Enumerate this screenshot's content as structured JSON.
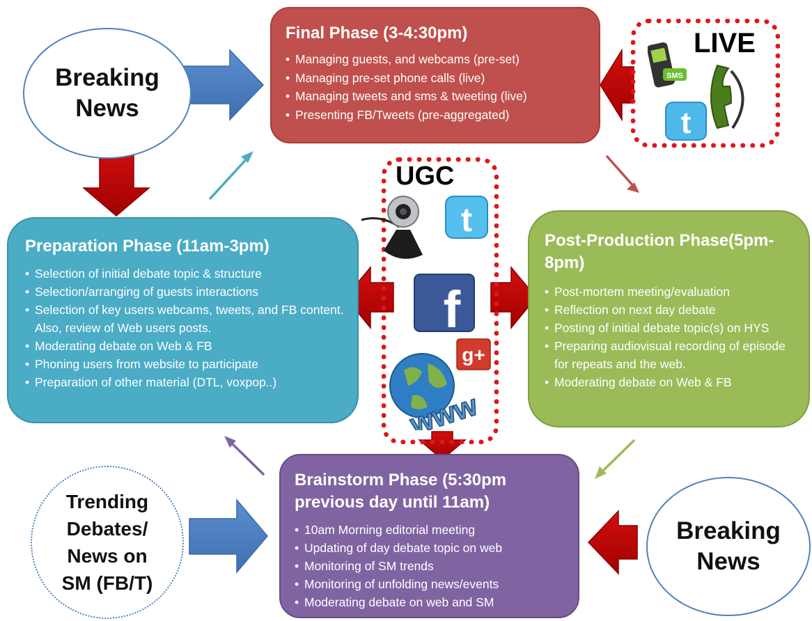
{
  "breaking_news_1": "Breaking News",
  "breaking_news_2": "Breaking News",
  "trending": "Trending Debates/ News on SM (FB/T)",
  "final": {
    "title": "Final Phase (3-4:30pm)",
    "items": [
      "Managing guests, and webcams (pre-set)",
      "Managing pre-set phone calls (live)",
      "Managing tweets and sms & tweeting (live)",
      "Presenting FB/Tweets (pre-aggregated)"
    ]
  },
  "preparation": {
    "title": "Preparation Phase (11am-3pm)",
    "items": [
      "Selection of initial debate topic & structure",
      "Selection/arranging of guests interactions",
      "Selection of key users webcams, tweets, and FB  content. Also, review of Web users posts.",
      "Moderating  debate on Web & FB",
      "Phoning users from website to participate",
      "Preparation of other material (DTL, voxpop..)"
    ]
  },
  "post": {
    "title": "Post-Production Phase(5pm-8pm)",
    "items": [
      "Post-mortem meeting/evaluation",
      "Reflection on next day debate",
      "Posting of initial debate topic(s) on HYS",
      "Preparing  audiovisual  recording of episode for repeats and the web.",
      " Moderating  debate on Web & FB"
    ]
  },
  "brainstorm": {
    "title": "Brainstorm Phase (5:30pm previous day until 11am)",
    "items": [
      "10am Morning editorial meeting",
      " Updating of day debate topic on web",
      "Monitoring of SM trends",
      "Monitoring of unfolding news/events",
      "Moderating debate on web and SM"
    ]
  },
  "live_label": "LIVE",
  "ugc_label": "UGC",
  "icons": {
    "sms_text": "SMS",
    "facebook_letter": "f",
    "gplus_text": "g+",
    "www_text": "www"
  },
  "colors": {
    "final": "#c0504d",
    "preparation": "#4bacc6",
    "post": "#9bbb59",
    "brainstorm": "#8064a2",
    "blue_arrow": "#4f81bd",
    "red_arrow": "#c00000",
    "dotted_border": "#e0161a"
  }
}
